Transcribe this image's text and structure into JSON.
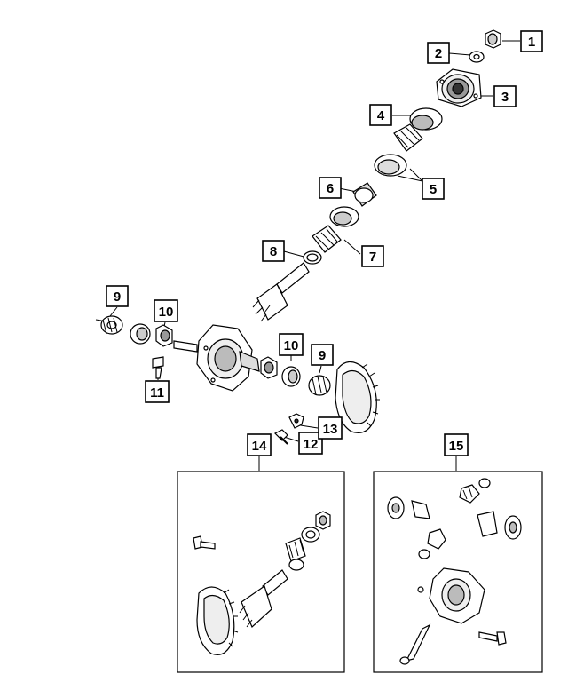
{
  "diagram": {
    "callouts": [
      {
        "id": "c1",
        "label": "1"
      },
      {
        "id": "c2",
        "label": "2"
      },
      {
        "id": "c3",
        "label": "3"
      },
      {
        "id": "c4",
        "label": "4"
      },
      {
        "id": "c5",
        "label": "5"
      },
      {
        "id": "c6",
        "label": "6"
      },
      {
        "id": "c7",
        "label": "7"
      },
      {
        "id": "c8",
        "label": "8"
      },
      {
        "id": "c9a",
        "label": "9"
      },
      {
        "id": "c10a",
        "label": "10"
      },
      {
        "id": "c10b",
        "label": "10"
      },
      {
        "id": "c9b",
        "label": "9"
      },
      {
        "id": "c11",
        "label": "11"
      },
      {
        "id": "c12",
        "label": "12"
      },
      {
        "id": "c13",
        "label": "13"
      },
      {
        "id": "c14",
        "label": "14"
      },
      {
        "id": "c15",
        "label": "15"
      }
    ]
  }
}
